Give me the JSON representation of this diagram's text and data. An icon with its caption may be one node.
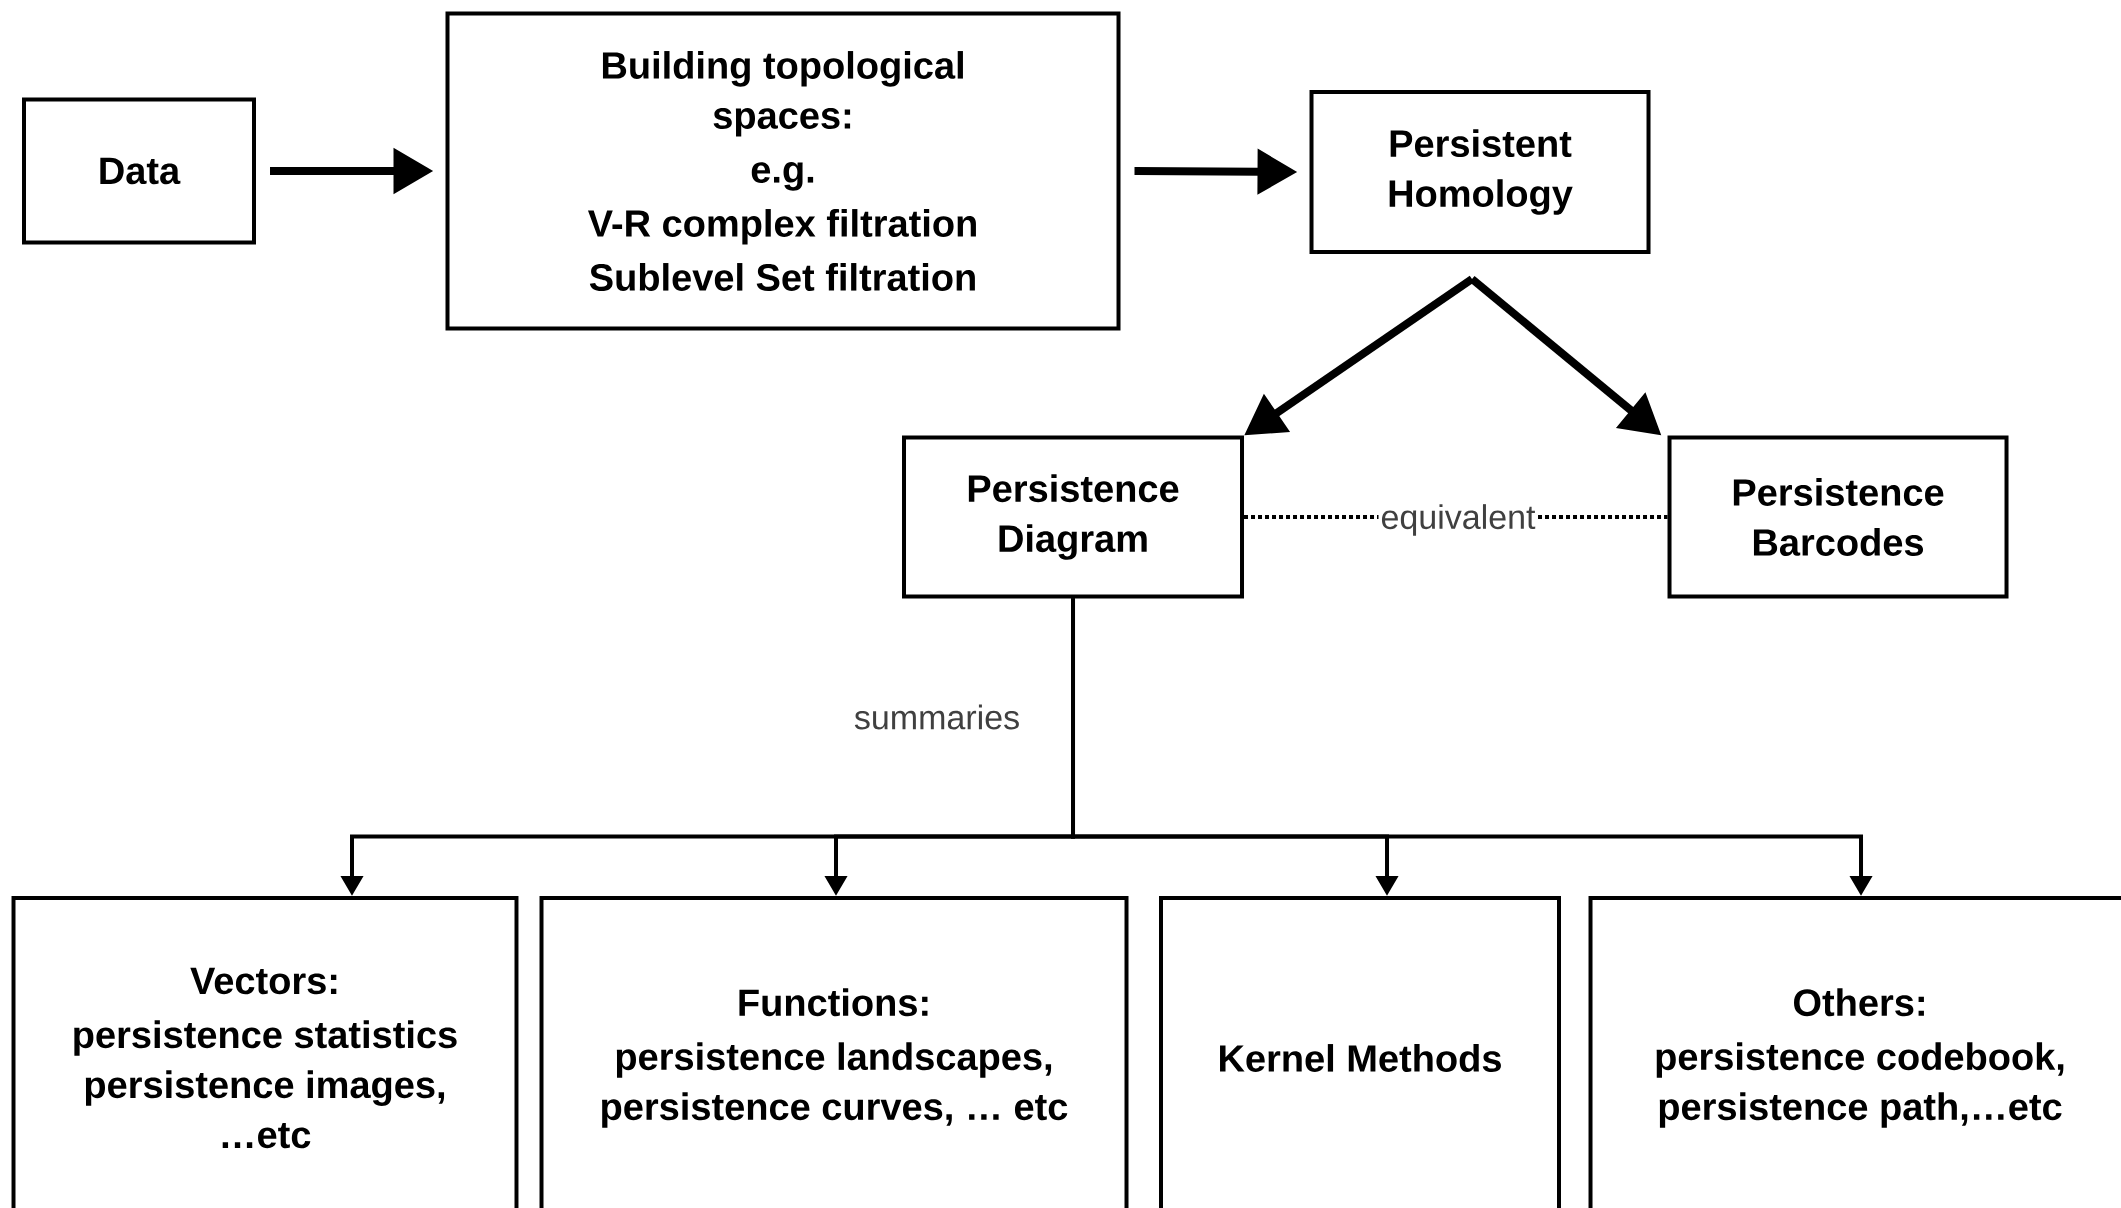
{
  "diagram": {
    "nodes": [
      {
        "text": [
          "Data"
        ]
      },
      {
        "text": [
          "Building topological spaces:",
          "e.g.",
          "V-R complex filtration",
          "Sublevel Set filtration"
        ]
      },
      {
        "text": [
          "Persistent Homology"
        ]
      },
      {
        "text": [
          "Persistence Diagram"
        ]
      },
      {
        "text": [
          "Persistence Barcodes"
        ]
      },
      {
        "text": [
          "Vectors:",
          "persistence statistics persistence images, …etc"
        ]
      },
      {
        "text": [
          "Functions:",
          "persistence landscapes, persistence curves, … etc"
        ]
      },
      {
        "text": [
          "Kernel Methods"
        ]
      },
      {
        "text": [
          "Others:",
          "persistence codebook, persistence path,…etc"
        ]
      }
    ],
    "edges": [
      {
        "from": 0,
        "to": 1,
        "arrow": "to",
        "style": "thick"
      },
      {
        "from": 1,
        "to": 2,
        "arrow": "to",
        "style": "thick"
      },
      {
        "from": 2,
        "to": 3,
        "arrow": "to",
        "style": "thick"
      },
      {
        "from": 2,
        "to": 4,
        "arrow": "to",
        "style": "thick"
      },
      {
        "from": 3,
        "to": 4,
        "arrow": "none",
        "style": "dashed",
        "label": "equivalent"
      },
      {
        "from": 3,
        "to": 5,
        "arrow": "to",
        "label": "summaries"
      },
      {
        "from": 3,
        "to": 6,
        "arrow": "to"
      },
      {
        "from": 3,
        "to": 7,
        "arrow": "to"
      },
      {
        "from": 3,
        "to": 8,
        "arrow": "to"
      }
    ]
  }
}
